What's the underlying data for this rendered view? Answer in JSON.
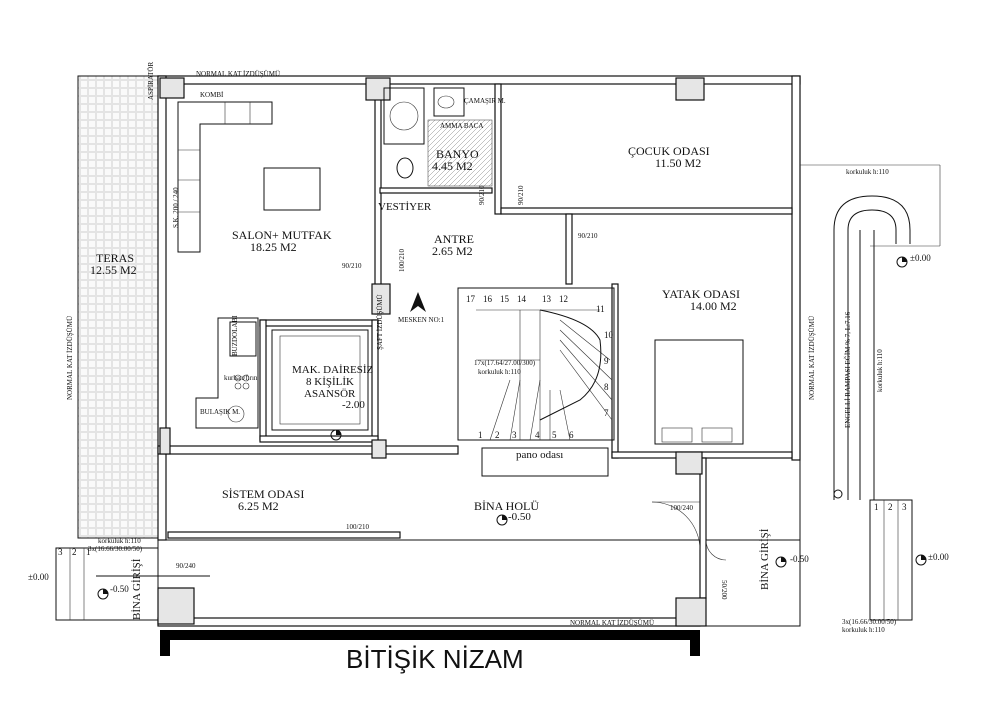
{
  "title": "BİTİŞİK NİZAM",
  "rooms": {
    "salon": {
      "name": "SALON+ MUTFAK",
      "area": "18.25 M2"
    },
    "banyo": {
      "name": "BANYO",
      "area": "4.45 M2"
    },
    "cocuk": {
      "name": "ÇOCUK ODASI",
      "area": "11.50 M2"
    },
    "antre": {
      "name": "ANTRE",
      "area": "2.65 M2"
    },
    "yatak": {
      "name": "YATAK ODASI",
      "area": "14.00 M2"
    },
    "teras": {
      "name": "TERAS",
      "area": "12.55 M2"
    },
    "sistem": {
      "name": "SİSTEM ODASI",
      "area": "6.25 M2"
    },
    "bina_holu": {
      "name": "BİNA HOLÜ",
      "level": "-0.50"
    },
    "asansor": {
      "line1": "MAK. DAİRESİZ",
      "line2": "8 KİŞİLİK",
      "line3": "ASANSÖR",
      "level": "-2.00"
    },
    "vestiyer": "VESTİYER",
    "pano": "pano odası"
  },
  "labels": {
    "normal_kat_top": "NORMAL KAT İZDÜŞÜMÜ",
    "normal_kat_bottom": "NORMAL KAT İZDÜŞÜMÜ",
    "normal_kat_left": "NORMAL KAT İZDÜŞÜMÜ",
    "normal_kat_right": "NORMAL KAT İZDÜŞÜMÜ",
    "mesken": "MESKEN NO:1",
    "saft": "ŞAFT İZDÜŞÜMÜ",
    "sk": "S.K. 200 / 240",
    "kombi": "KOMBİ",
    "camasir": "ÇAMAŞIR M.",
    "aspirator": "ASPİRATÖR",
    "amma_baca": "AMMA BACA",
    "bulasik": "BULAŞIK M.",
    "buzdolabi": "BUZDOLABI",
    "firin": "kurhan/fırın",
    "stair_spec": "17x(17.64/27.00/300)",
    "stair_korkuluk": "korkuluk h:110",
    "korkuluk_right": "korkuluk h:110",
    "korkuluk_right2": "korkuluk h:110",
    "korkuluk_left": "korkuluk h:110",
    "korkuluk_bottom": "korkuluk h:110",
    "left_steps_spec": "3x(16.66/30.00/50)",
    "right_steps_spec": "3x(16.66/30.00/50)",
    "rampa": "ENGELLİ RAMPASI EĞİM % 7, L:7.16",
    "bina_girisi_left": "BİNA GİRİŞİ",
    "bina_girisi_right": "BİNA GİRİŞİ",
    "lvl_left_000": "±0.00",
    "lvl_left_050": "-0.50",
    "lvl_right_050": "-0.50",
    "lvl_right_000": "±0.00",
    "lvl_ramp_000": "±0.00",
    "door_90_210_a": "90/210",
    "door_100_210_a": "100/210",
    "door_90_210_b": "90/210",
    "door_90_210_c": "90/210",
    "door_90_210_d": "90/210",
    "door_100_210_b": "100/210",
    "door_90_240": "90/240",
    "door_100_240": "100/240",
    "door_50_200": "50/200"
  },
  "stairs_top": [
    "17",
    "16",
    "15",
    "14",
    "13",
    "12"
  ],
  "stairs_right": [
    "11",
    "10",
    "9",
    "8",
    "7"
  ],
  "stairs_bottom": [
    "1",
    "2",
    "3",
    "4",
    "5",
    "6"
  ],
  "steps_left": [
    "3",
    "2",
    "1"
  ],
  "steps_right": [
    "1",
    "2",
    "3"
  ]
}
